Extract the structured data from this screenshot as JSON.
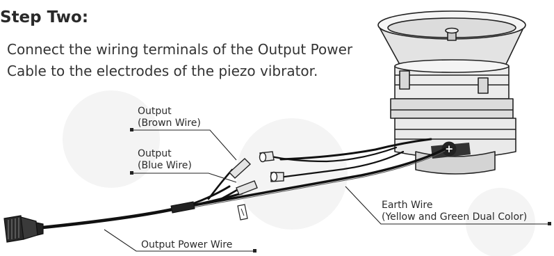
{
  "step_title": "Step Two:",
  "instruction": {
    "line1": "Connect the wiring terminals of the Output Power",
    "line2": "Cable to the electrodes of the piezo vibrator."
  },
  "labels": {
    "brown_wire": {
      "line1": "Output",
      "line2": "(Brown Wire)"
    },
    "blue_wire": {
      "line1": "Output",
      "line2": "(Blue Wire)"
    },
    "earth_wire": {
      "line1": "Earth Wire",
      "line2": "(Yellow and Green Dual Color)"
    },
    "power_wire": "Output Power Wire"
  },
  "terminal_symbol": "+",
  "colors": {
    "line": "#222222",
    "fill_light": "#e6e6e6",
    "fill_mid": "#cfcfcf",
    "watermark": "#f4f4f4"
  }
}
